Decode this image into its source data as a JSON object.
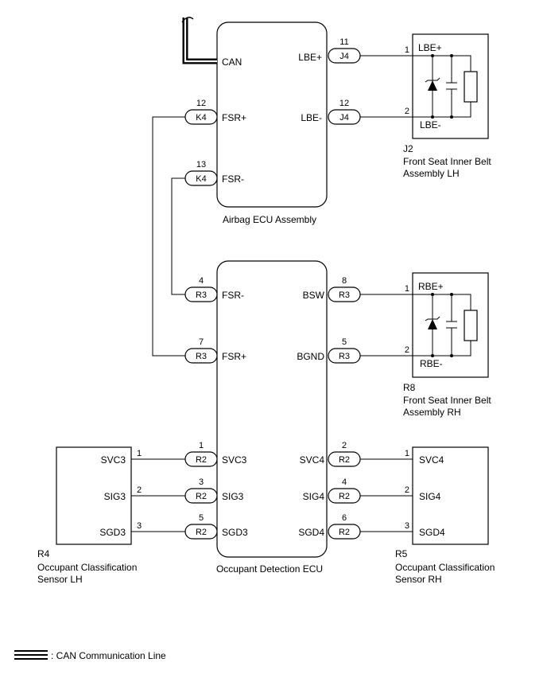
{
  "components": {
    "airbag_ecu": {
      "name": "Airbag ECU Assembly",
      "terminals": [
        "CAN",
        "LBE+",
        "LBE-",
        "FSR+",
        "FSR-"
      ]
    },
    "occupant_ecu": {
      "name": "Occupant Detection ECU",
      "terminals": [
        "FSR-",
        "FSR+",
        "BSW",
        "BGND",
        "SVC3",
        "SIG3",
        "SGD3",
        "SVC4",
        "SIG4",
        "SGD4"
      ]
    },
    "j2": {
      "code": "J2",
      "name_line1": "Front Seat Inner Belt",
      "name_line2": "Assembly LH",
      "terminals": [
        "LBE+",
        "LBE-"
      ]
    },
    "r8": {
      "code": "R8",
      "name_line1": "Front Seat Inner Belt",
      "name_line2": "Assembly RH",
      "terminals": [
        "RBE+",
        "RBE-"
      ]
    },
    "r4": {
      "code": "R4",
      "name_line1": "Occupant Classification",
      "name_line2": "Sensor LH",
      "terminals": [
        "SVC3",
        "SIG3",
        "SGD3"
      ]
    },
    "r5": {
      "code": "R5",
      "name_line1": "Occupant Classification",
      "name_line2": "Sensor RH",
      "terminals": [
        "SVC4",
        "SIG4",
        "SGD4"
      ]
    }
  },
  "connectors": {
    "j4_lbe_plus": {
      "code": "J4",
      "pin": "11"
    },
    "j4_lbe_minus": {
      "code": "J4",
      "pin": "12"
    },
    "k4_fsr_plus": {
      "code": "K4",
      "pin": "12"
    },
    "k4_fsr_minus": {
      "code": "K4",
      "pin": "13"
    },
    "r3_fsr_minus": {
      "code": "R3",
      "pin": "4"
    },
    "r3_fsr_plus": {
      "code": "R3",
      "pin": "7"
    },
    "r3_bsw": {
      "code": "R3",
      "pin": "8"
    },
    "r3_bgnd": {
      "code": "R3",
      "pin": "5"
    },
    "r2_svc3": {
      "code": "R2",
      "pin": "1"
    },
    "r2_sig3": {
      "code": "R2",
      "pin": "3"
    },
    "r2_sgd3": {
      "code": "R2",
      "pin": "5"
    },
    "r2_svc4": {
      "code": "R2",
      "pin": "2"
    },
    "r2_sig4": {
      "code": "R2",
      "pin": "4"
    },
    "r2_sgd4": {
      "code": "R2",
      "pin": "6"
    }
  },
  "component_pins": {
    "j2": [
      "1",
      "2"
    ],
    "r8": [
      "1",
      "2"
    ],
    "r4": [
      "1",
      "2",
      "3"
    ],
    "r5": [
      "1",
      "2",
      "3"
    ]
  },
  "legend": {
    "text": ": CAN Communication Line"
  }
}
